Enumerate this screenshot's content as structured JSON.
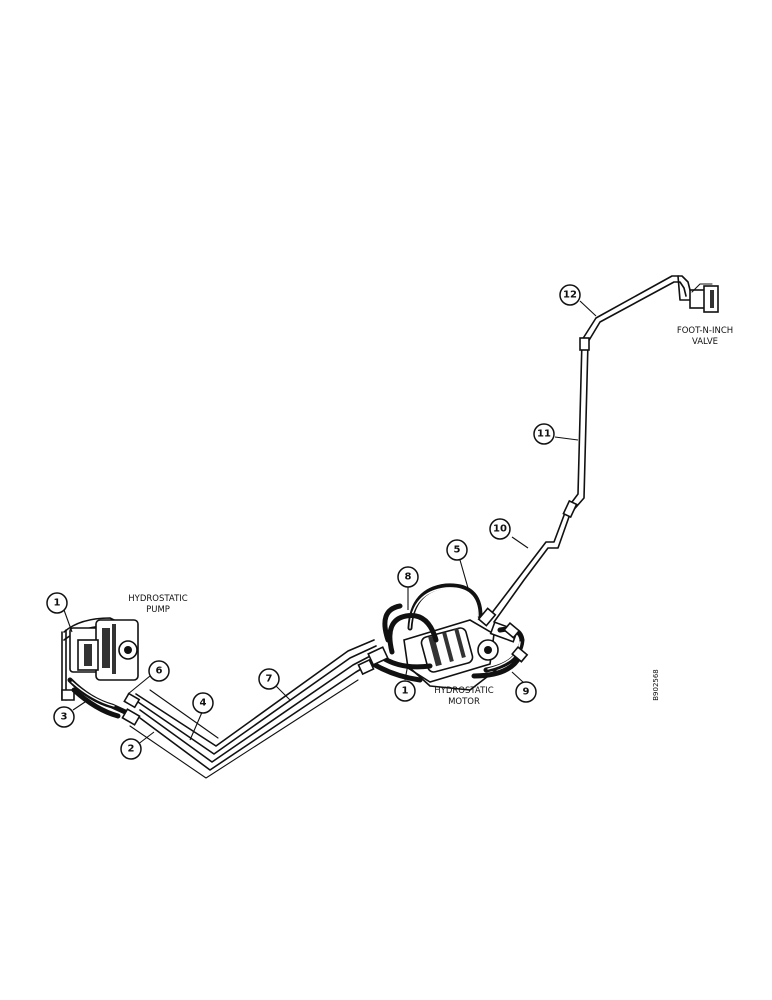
{
  "labels": {
    "pump_line1": "HYDROSTATIC",
    "pump_line2": "PUMP",
    "motor_line1": "HYDROSTATIC",
    "motor_line2": "MOTOR",
    "valve_line1": "FOOT-N-INCH",
    "valve_line2": "VALVE"
  },
  "reference_code": "B902568",
  "callouts": [
    "1",
    "3",
    "6",
    "2",
    "4",
    "7",
    "8",
    "5",
    "1",
    "9",
    "10",
    "11",
    "12"
  ]
}
